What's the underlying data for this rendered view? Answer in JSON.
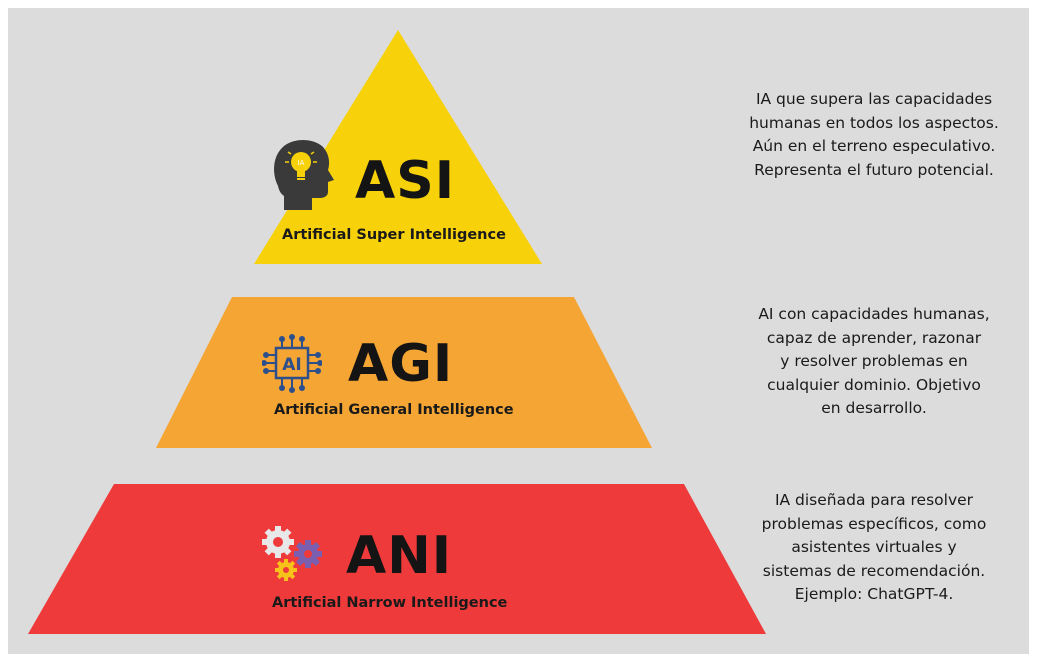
{
  "colors": {
    "background": "#dcdcdc",
    "asi": "#f7d10a",
    "agi": "#f4a533",
    "ani": "#ee3a3a",
    "text": "#141414"
  },
  "tiers": [
    {
      "id": "asi",
      "acronym": "ASI",
      "full_name": "Artificial Super Intelligence",
      "icon": "head-lightbulb-icon",
      "description": [
        "IA que supera las capacidades",
        "humanas en todos los aspectos.",
        "Aún en el terreno especulativo.",
        "Representa el futuro potencial."
      ]
    },
    {
      "id": "agi",
      "acronym": "AGI",
      "full_name": "Artificial General Intelligence",
      "icon": "ai-chip-icon",
      "icon_text": "AI",
      "description": [
        "AI con capacidades humanas,",
        "capaz de aprender, razonar",
        "y resolver problemas en",
        "cualquier dominio. Objetivo",
        "en desarrollo."
      ]
    },
    {
      "id": "ani",
      "acronym": "ANI",
      "full_name": "Artificial Narrow Intelligence",
      "icon": "gears-icon",
      "description": [
        "IA diseñada para resolver",
        "problemas específicos, como",
        "asistentes virtuales y",
        "sistemas de recomendación.",
        "Ejemplo: ChatGPT-4."
      ]
    }
  ]
}
